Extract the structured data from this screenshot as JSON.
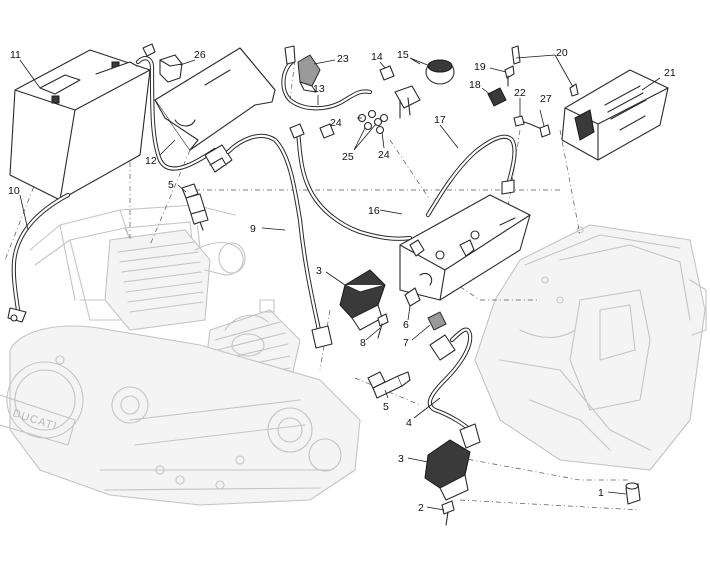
{
  "diagram": {
    "callouts": [
      {
        "id": "c1",
        "text": "1"
      },
      {
        "id": "c2",
        "text": "2"
      },
      {
        "id": "c3a",
        "text": "3"
      },
      {
        "id": "c3b",
        "text": "3"
      },
      {
        "id": "c4",
        "text": "4"
      },
      {
        "id": "c5a",
        "text": "5"
      },
      {
        "id": "c5b",
        "text": "5"
      },
      {
        "id": "c6",
        "text": "6"
      },
      {
        "id": "c7",
        "text": "7"
      },
      {
        "id": "c8",
        "text": "8"
      },
      {
        "id": "c9",
        "text": "9"
      },
      {
        "id": "c10",
        "text": "10"
      },
      {
        "id": "c11",
        "text": "11"
      },
      {
        "id": "c12",
        "text": "12"
      },
      {
        "id": "c13",
        "text": "13"
      },
      {
        "id": "c14",
        "text": "14"
      },
      {
        "id": "c15",
        "text": "15"
      },
      {
        "id": "c16",
        "text": "16"
      },
      {
        "id": "c17",
        "text": "17"
      },
      {
        "id": "c18",
        "text": "18"
      },
      {
        "id": "c19",
        "text": "19"
      },
      {
        "id": "c20",
        "text": "20"
      },
      {
        "id": "c21",
        "text": "21"
      },
      {
        "id": "c22",
        "text": "22"
      },
      {
        "id": "c23",
        "text": "23"
      },
      {
        "id": "c24a",
        "text": "24"
      },
      {
        "id": "c24b",
        "text": "24"
      },
      {
        "id": "c25",
        "text": "25"
      },
      {
        "id": "c26",
        "text": "26"
      },
      {
        "id": "c27",
        "text": "27"
      }
    ],
    "engine_brand": "DUCATI",
    "colors": {
      "line": "#2a2a2a",
      "ghost": "#c4c4c4",
      "background": "#ffffff"
    }
  }
}
